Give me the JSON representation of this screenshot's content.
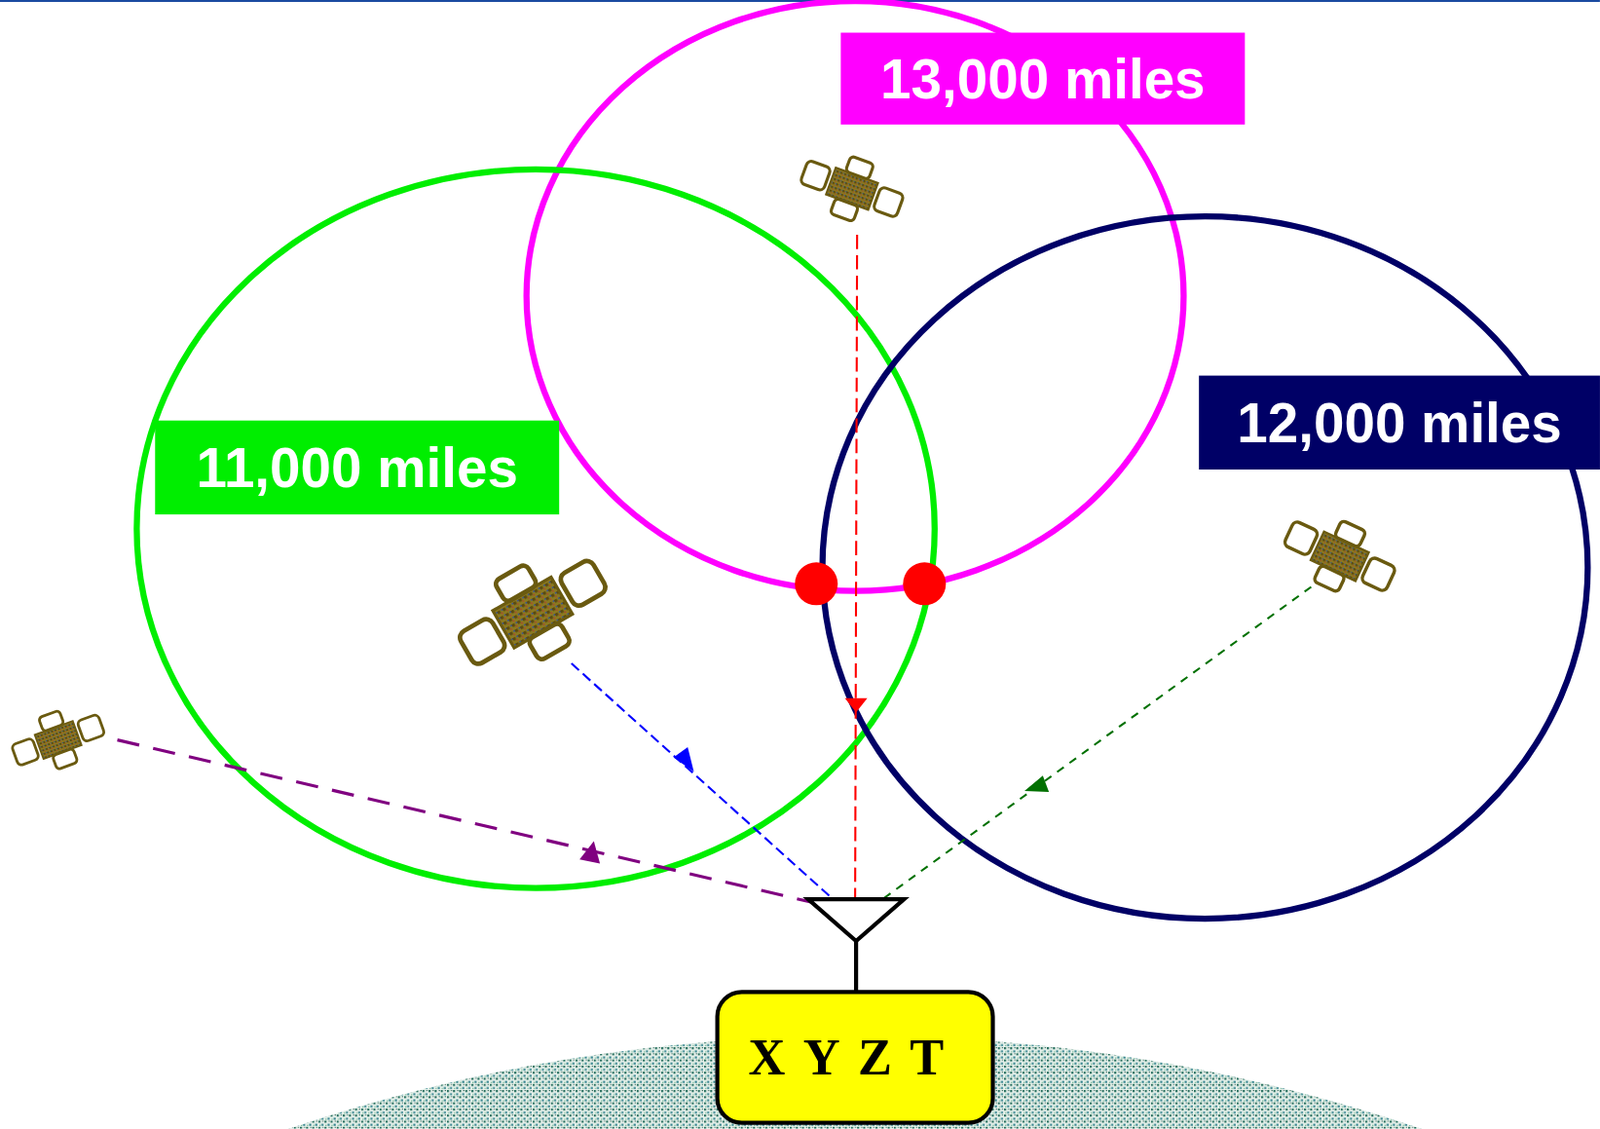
{
  "diagram": {
    "nodes": [
      {
        "text": [
          "13,000 miles"
        ]
      },
      {
        "text": [
          "11,000 miles"
        ]
      },
      {
        "text": [
          "12,000 miles"
        ]
      },
      {
        "text": [
          "XYZT"
        ]
      }
    ]
  }
}
